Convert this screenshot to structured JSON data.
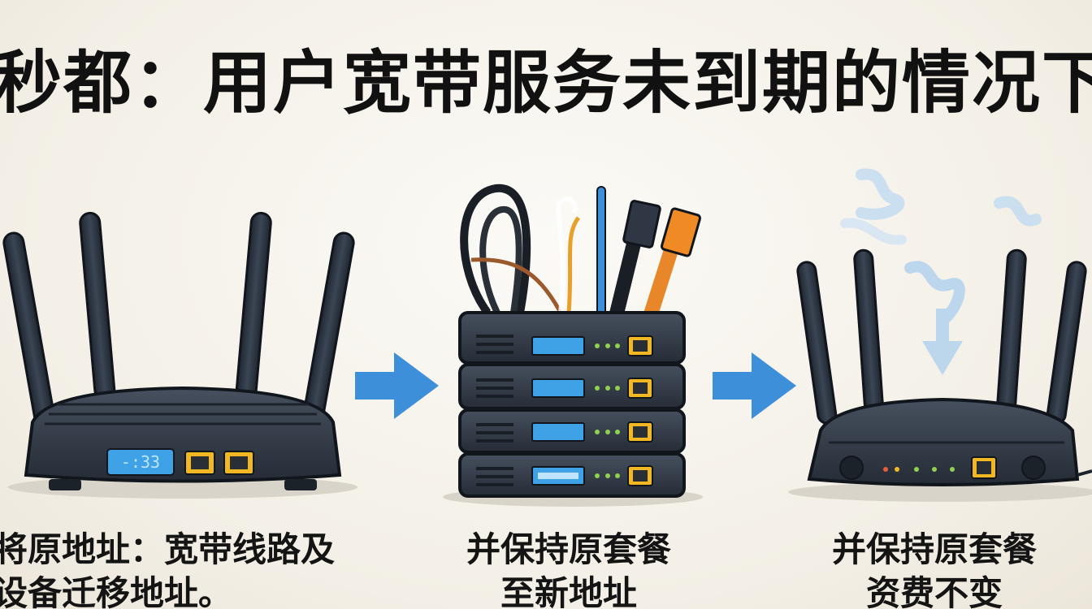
{
  "title": "秒都：用户宽带服务未到期的情况下",
  "steps": [
    {
      "icon": "router-icon",
      "caption_line1": "将原地址：宽带线路及",
      "caption_line2": "设备迁移地址。"
    },
    {
      "icon": "server-stack-icon",
      "caption_line1": "并保持原套餐",
      "caption_line2": "至新地址"
    },
    {
      "icon": "router-icon",
      "caption_line1": "并保持原套餐",
      "caption_line2": "资费不变"
    }
  ],
  "colors": {
    "background": "#f3efe6",
    "device": "#2f3744",
    "arrow": "#3d8fd9",
    "port": "#f2b823",
    "display": "#3fa2e6"
  }
}
